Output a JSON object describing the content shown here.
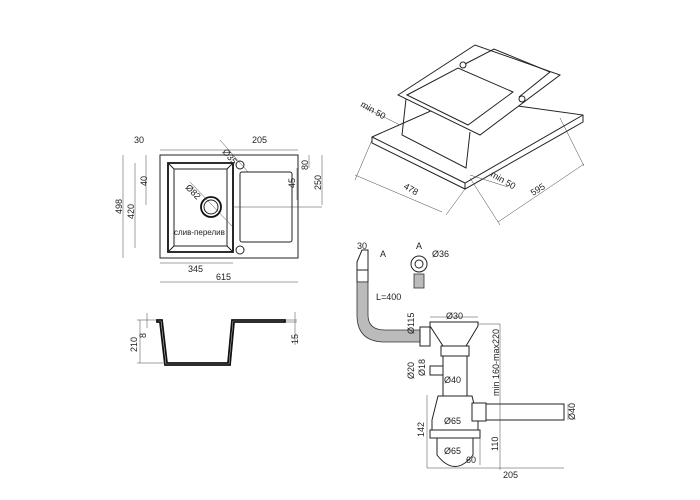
{
  "top_view": {
    "dim_30": "30",
    "dim_d35": "Ø35",
    "dim_205": "205",
    "dim_80": "80",
    "dim_45": "45",
    "dim_250": "250",
    "dim_40": "40",
    "dim_420": "420",
    "dim_498": "498",
    "dim_d82": "Ø82",
    "drain_label": "слив-перелив",
    "dim_345": "345",
    "dim_615": "615"
  },
  "side_view": {
    "dim_210": "210",
    "dim_8": "8",
    "dim_15": "15"
  },
  "iso_view": {
    "min50_left": "min 50",
    "dim_478": "478",
    "min50_right": "min 50",
    "dim_595": "595"
  },
  "siphon": {
    "dim_30": "30",
    "label_a_side": "A",
    "label_a_view": "A",
    "dim_d36": "Ø36",
    "hose_length": "L=400",
    "dim_d115": "Ø115",
    "dim_d30": "Ø30",
    "dim_height_range": "min 160-max220",
    "dim_d20": "Ø20",
    "dim_d18": "Ø18",
    "dim_d40_pipe": "Ø40",
    "dim_d65_top": "Ø65",
    "dim_d40_outlet": "Ø40",
    "dim_142": "142",
    "dim_110": "110",
    "dim_d65_bottom": "Ø65",
    "dim_60": "60",
    "dim_205": "205"
  }
}
